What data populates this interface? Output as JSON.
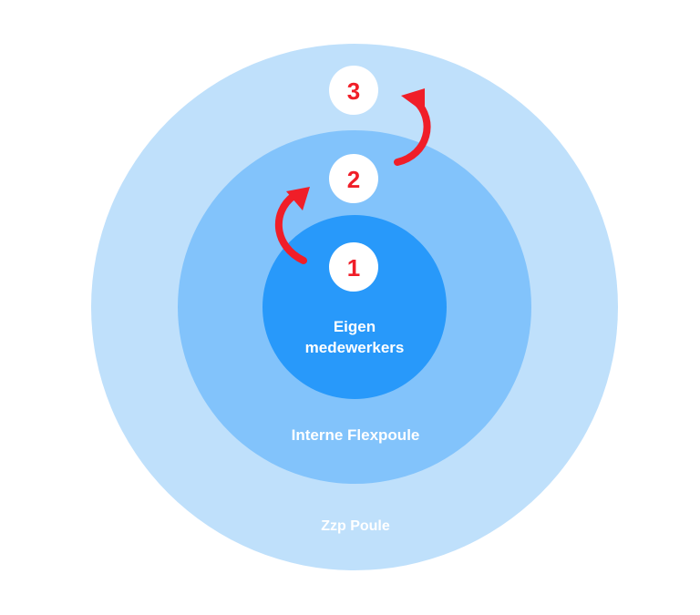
{
  "colors": {
    "outer_ring": "#BFE0FB",
    "middle_ring": "#82C3FB",
    "inner_circle": "#2899FA",
    "badge_background": "#FFFFFF",
    "accent": "#F01E28",
    "label_text": "#FFFFFF"
  },
  "rings": {
    "outer": {
      "label": "Zzp Poule"
    },
    "middle": {
      "label": "Interne Flexpoule"
    },
    "inner": {
      "label_line1": "Eigen",
      "label_line2": "medewerkers"
    }
  },
  "badges": [
    {
      "number": "1"
    },
    {
      "number": "2"
    },
    {
      "number": "3"
    }
  ],
  "arrows": [
    {
      "from": "1",
      "to": "2",
      "icon": "curved-arrow-icon"
    },
    {
      "from": "2",
      "to": "3",
      "icon": "curved-arrow-icon"
    }
  ]
}
